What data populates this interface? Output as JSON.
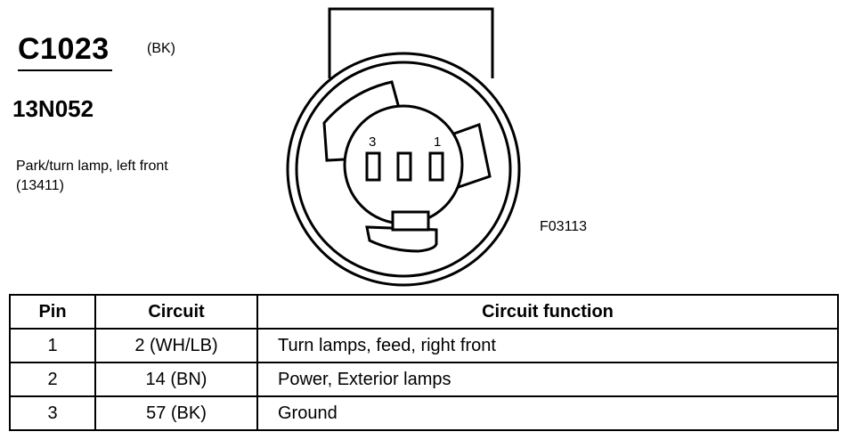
{
  "connector": {
    "id": "C1023",
    "color_code": "(BK)",
    "part_number": "13N052",
    "description": "Park/turn lamp, left front (13411)"
  },
  "diagram": {
    "pin_labels": [
      "3",
      "1"
    ],
    "figure_code": "F03113"
  },
  "table": {
    "headers": [
      "Pin",
      "Circuit",
      "Circuit function"
    ],
    "rows": [
      {
        "pin": "1",
        "circuit": "2 (WH/LB)",
        "function": "Turn lamps, feed, right front"
      },
      {
        "pin": "2",
        "circuit": "14 (BN)",
        "function": "Power, Exterior lamps"
      },
      {
        "pin": "3",
        "circuit": "57 (BK)",
        "function": "Ground"
      }
    ]
  }
}
